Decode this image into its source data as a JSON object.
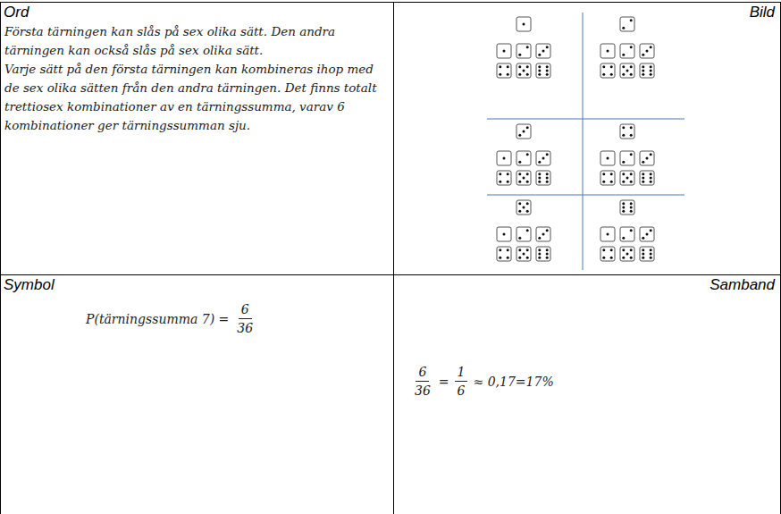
{
  "diagram": {
    "nodes": [
      {
        "text": [
          "Ord",
          "Första tärningen kan slås på sex olika sätt. Den andra tärningen kan också slås på sex olika sätt.",
          "Varje sätt på den första tärningen kan kombineras ihop med de sex olika sätten från den andra tärningen. Det finns totalt trettiosex kombinationer av en tärningssumma, varav 6 kombinationer ger tärningssumman sju."
        ]
      },
      {
        "text": [
          "Bild"
        ]
      },
      {
        "text": [
          "Symbol",
          "P(tärningssumma 7) =",
          "6",
          "36"
        ]
      },
      {
        "text": [
          "Samband",
          "6",
          "36",
          "=",
          "1",
          "6",
          "≈ 0,17=17%"
        ]
      }
    ]
  }
}
